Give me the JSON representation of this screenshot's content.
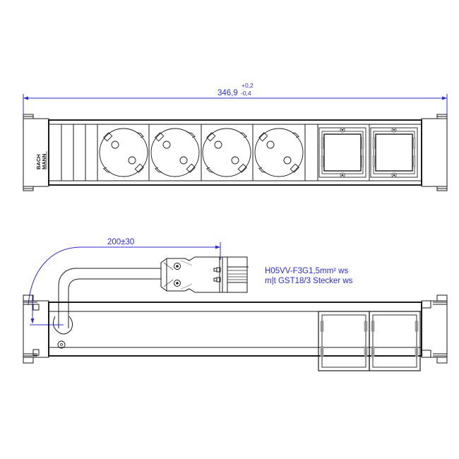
{
  "drawing": {
    "title": "Power strip technical drawing",
    "colors": {
      "line": "#1a1a1a",
      "dimension": "#2b2bd6",
      "fill_grey": "#bdbdbd"
    },
    "top_view": {
      "overall_length": {
        "nominal": "346,9",
        "tol_upper": "+0,2",
        "tol_lower": "-0,4"
      },
      "brand_logo": {
        "line1": "BACH",
        "line2": "MANN"
      },
      "blank_segments": 3,
      "sockets": [
        {
          "type": "schuko-socket"
        },
        {
          "type": "schuko-socket"
        },
        {
          "type": "schuko-socket"
        },
        {
          "type": "schuko-socket"
        }
      ],
      "module_frames": [
        {
          "type": "empty-module-frame"
        },
        {
          "type": "empty-module-frame"
        }
      ]
    },
    "side_view": {
      "cable_length": "200±30",
      "cable_spec": {
        "line1": "H05VV-F3G1,5mm² ws",
        "line2": "m|t GST18/3  Stecker ws"
      },
      "module_frames": [
        {
          "type": "empty-module-frame"
        },
        {
          "type": "empty-module-frame"
        }
      ]
    }
  }
}
